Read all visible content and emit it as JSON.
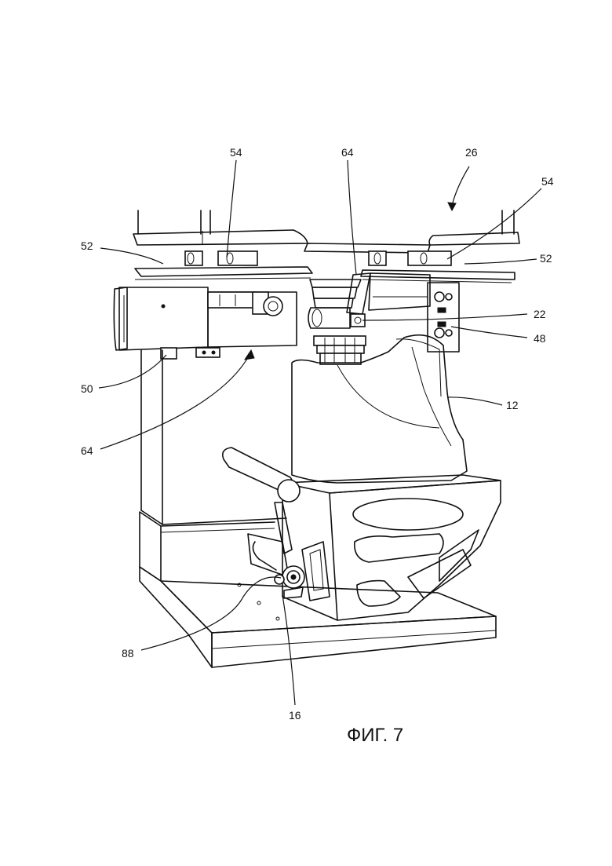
{
  "labels": {
    "l54a": "54",
    "l64a": "64",
    "l26": "26",
    "l54b": "54",
    "l52a": "52",
    "l52b": "52",
    "l22": "22",
    "l48": "48",
    "l50": "50",
    "l12": "12",
    "l64b": "64",
    "l88": "88",
    "l16": "16"
  },
  "caption": "ФИГ. 7"
}
